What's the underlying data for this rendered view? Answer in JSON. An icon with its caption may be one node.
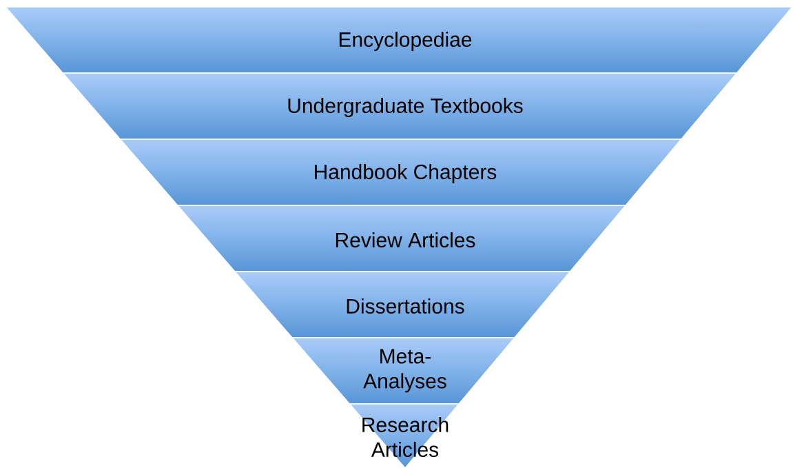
{
  "diagram": {
    "nodes": [
      {
        "text": [
          "Encyclopediae"
        ]
      },
      {
        "text": [
          "Undergraduate Textbooks"
        ]
      },
      {
        "text": [
          "Handbook Chapters"
        ]
      },
      {
        "text": [
          "Review Articles"
        ]
      },
      {
        "text": [
          "Dissertations"
        ]
      },
      {
        "text": [
          "Meta-Analyses"
        ]
      },
      {
        "text": [
          "Research Articles"
        ]
      }
    ]
  }
}
